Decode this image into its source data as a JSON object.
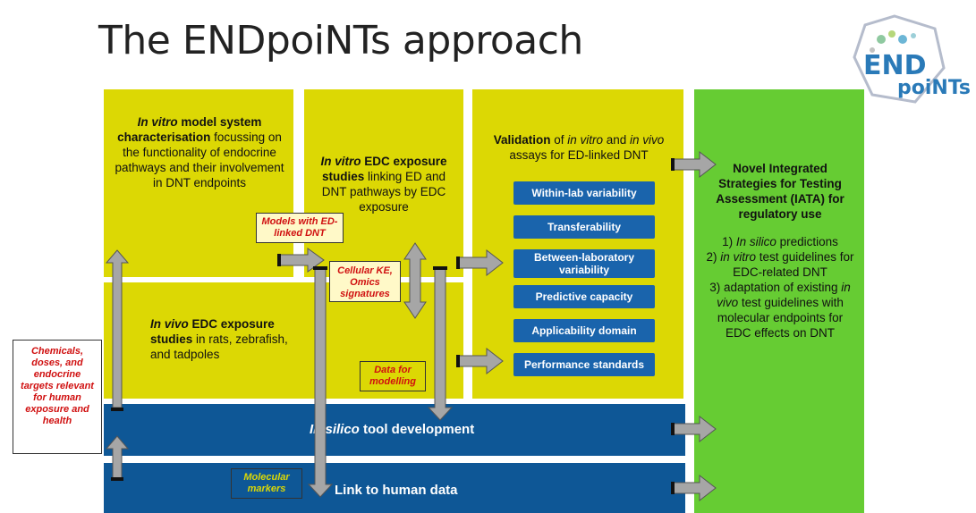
{
  "title": "The ENDpoiNTs approach",
  "logo": {
    "text_top": "END",
    "text_bottom": "poiNTs"
  },
  "box1": {
    "italic": "In vitro",
    "bold": " model system characterisation",
    "rest": " focussing on the functionality of endocrine pathways and their involvement in DNT endpoints"
  },
  "box2": {
    "italic": "In vitro",
    "bold": " EDC exposure studies",
    "rest": " linking ED and DNT pathways by EDC exposure"
  },
  "box3": {
    "bold": "Validation",
    "rest1": " of ",
    "italic1": "in vitro",
    "rest2": " and ",
    "italic2": "in vivo",
    "rest3": " assays for ED-linked DNT"
  },
  "box4": {
    "italic": "In vivo",
    "bold": " EDC exposure studies",
    "rest": " in rats, zebrafish, and tadpoles"
  },
  "validation_items": [
    "Within-lab variability",
    "Transferability",
    "Between-laboratory variability",
    "Predictive capacity",
    "Applicability domain",
    "Performance standards"
  ],
  "green": {
    "heading": "Novel Integrated Strategies for Testing Assessment (IATA) for regulatory use",
    "item1_pre": "1) ",
    "item1_italic": "In silico",
    "item1_post": " predictions",
    "item2_pre": "2) ",
    "item2_italic": "in vitro",
    "item2_post": " test guidelines for EDC-related DNT",
    "item3_pre": "3) adaptation of existing ",
    "item3_italic": "in vivo",
    "item3_post": " test guidelines with molecular endpoints for EDC effects on DNT"
  },
  "labels": {
    "models": "Models with ED-linked DNT",
    "cellular": "Cellular KE, Omics signatures",
    "data": "Data for modelling",
    "molecular": "Molecular markers",
    "chemicals": "Chemicals, doses, and endocrine targets relevant for human exposure and health"
  },
  "banners": {
    "insilico_italic": "In silico",
    "insilico_rest": " tool development",
    "human": "Link to human data"
  },
  "colors": {
    "yellow": "#dcd804",
    "blue": "#0e5796",
    "green": "#66cc33",
    "pill": "#1a64ac",
    "red_text": "#d01010",
    "arrow": "#a6a6a6"
  }
}
